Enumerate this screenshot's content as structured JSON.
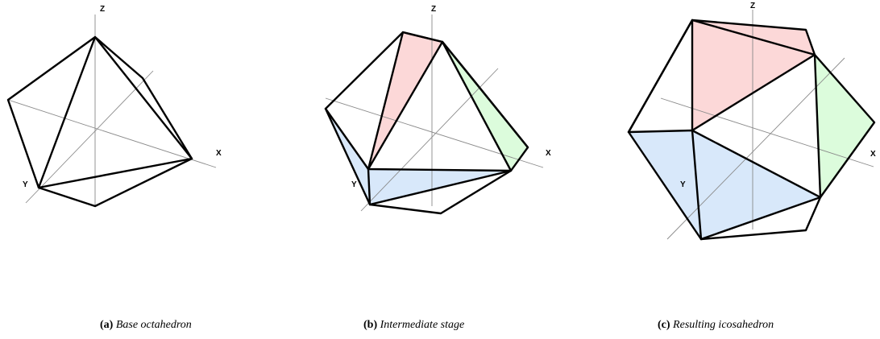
{
  "colors": {
    "red_face": "#fcd8d8",
    "green_face": "#dcfcdc",
    "blue_face": "#d8e8fa",
    "edge": "#000000",
    "axis": "#8a8a8a"
  },
  "panels": [
    {
      "axis_labels": {
        "z": "Z",
        "x": "X",
        "y": "Y"
      },
      "caption_tag": "(a)",
      "caption_text": "Base octahedron"
    },
    {
      "axis_labels": {
        "z": "Z",
        "x": "X",
        "y": "Y"
      },
      "caption_tag": "(b)",
      "caption_text": "Intermediate stage"
    },
    {
      "axis_labels": {
        "z": "Z",
        "x": "X",
        "y": "Y"
      },
      "caption_tag": "(c)",
      "caption_text": "Resulting icosahedron"
    }
  ]
}
